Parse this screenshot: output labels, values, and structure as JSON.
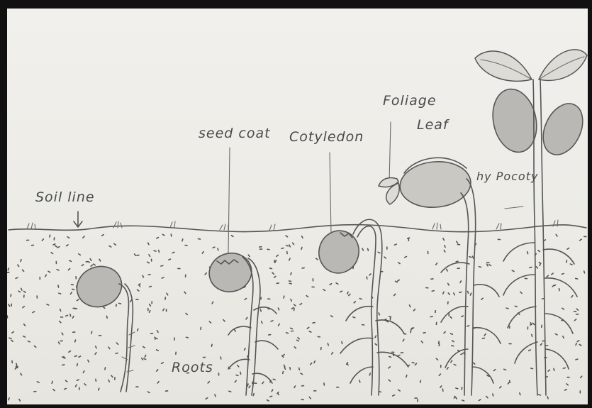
{
  "labels": {
    "soil_line": "Soil line",
    "seed_coat": "seed coat",
    "cotyledon": "Cotyledon",
    "foliage": "Foliage",
    "leaf": "Leaf",
    "hypocotyl": "hy Pocoty",
    "roots": "Roots"
  },
  "colors": {
    "paper": "#eeede9",
    "pencil": "#555555",
    "seed_shading": "#b9b8b4",
    "frame": "#111111"
  }
}
